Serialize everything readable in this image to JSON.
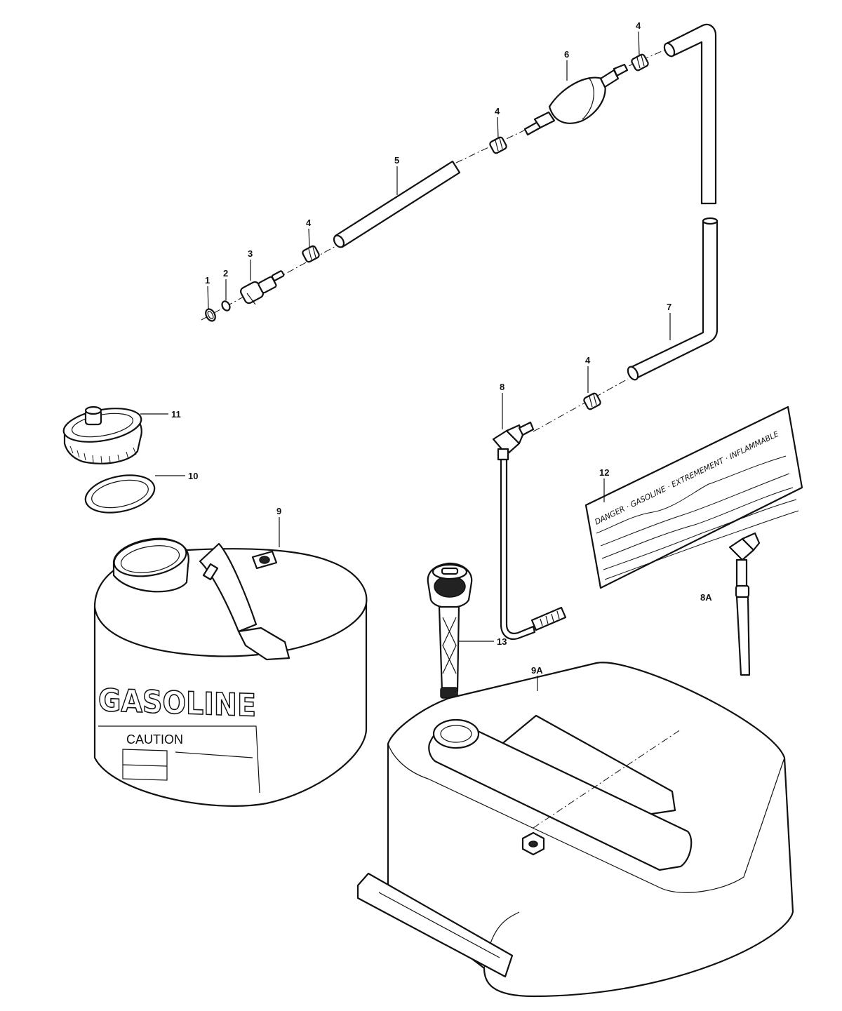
{
  "callouts": {
    "c1": "1",
    "c2": "2",
    "c3": "3",
    "c4a": "4",
    "c4b": "4",
    "c4c": "4",
    "c4d": "4",
    "c5": "5",
    "c6": "6",
    "c7": "7",
    "c8": "8",
    "c8a": "8A",
    "c9": "9",
    "c9a": "9A",
    "c10": "10",
    "c11": "11",
    "c12": "12",
    "c13": "13"
  },
  "decal_text": {
    "line_top": "DANGER · GASOLINE · EXTREMEMENT · INFLAMMABLE"
  },
  "can_text": {
    "main": "GASOLINE",
    "sub": "CAUTION"
  },
  "colors": {
    "ink": "#111111",
    "paper": "#ffffff"
  }
}
